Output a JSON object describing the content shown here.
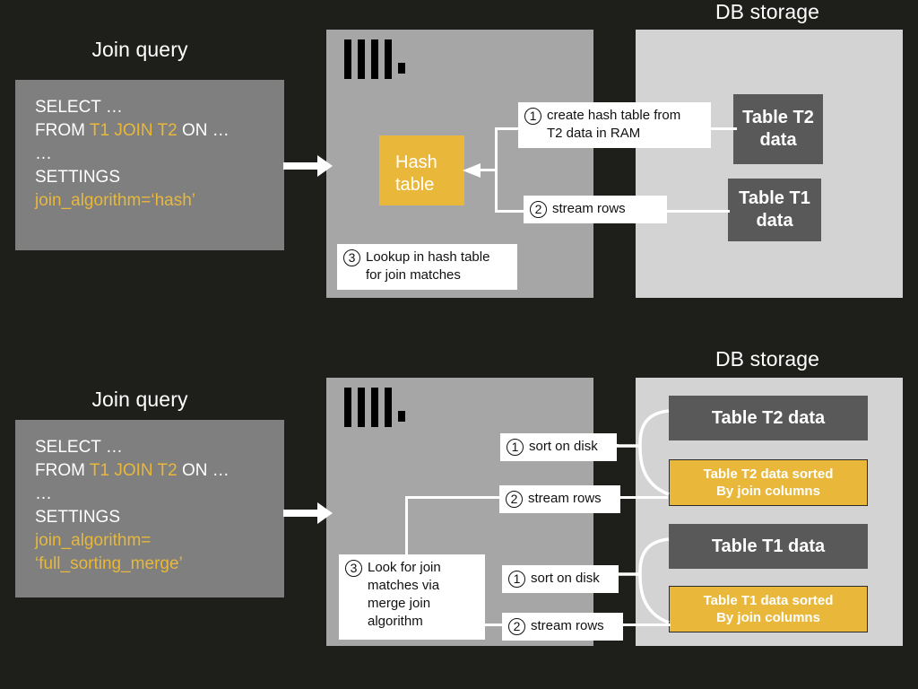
{
  "diagram": {
    "background_color": "#1e1e1b",
    "accent_color": "#e9b83a",
    "server_color": "#a6a6a6",
    "storage_color": "#d3d3d3"
  },
  "top": {
    "query_title": "Join query",
    "storage_title": "DB storage",
    "query": {
      "line1": "SELECT …",
      "line2_from": "FROM ",
      "line2_tables": "T1 JOIN T2",
      "line2_on": " ON …",
      "line3": "…",
      "line4": "SETTINGS",
      "line5": "join_algorithm=‘hash’"
    },
    "hash_table_label_1": "Hash",
    "hash_table_label_2": "table",
    "callouts": {
      "one_num": "1",
      "one_text": "create hash table from\nT2 data in RAM",
      "two_num": "2",
      "two_text": "stream rows",
      "three_num": "3",
      "three_text": "Lookup in hash table\nfor join matches"
    },
    "tables": {
      "t2": "Table T2\ndata",
      "t1": "Table T1\ndata"
    }
  },
  "bottom": {
    "query_title": "Join query",
    "storage_title": "DB storage",
    "query": {
      "line1": "SELECT …",
      "line2_from": "FROM ",
      "line2_tables": "T1 JOIN T2",
      "line2_on": " ON …",
      "line3": "…",
      "line4": "SETTINGS",
      "line5": "join_algorithm=",
      "line6": "‘full_sorting_merge’"
    },
    "callouts": {
      "three_num": "3",
      "three_text": "Look for join\nmatches via\nmerge join\nalgorithm",
      "t2_sort_num": "1",
      "t2_sort_text": "sort on disk",
      "t2_stream_num": "2",
      "t2_stream_text": "stream rows",
      "t1_sort_num": "1",
      "t1_sort_text": "sort on disk",
      "t1_stream_num": "2",
      "t1_stream_text": "stream rows"
    },
    "tables": {
      "t2_raw": "Table T2 data",
      "t2_sorted": "Table T2 data sorted\nBy join columns",
      "t1_raw": "Table T1 data",
      "t1_sorted": "Table T1 data sorted\nBy join columns"
    }
  }
}
